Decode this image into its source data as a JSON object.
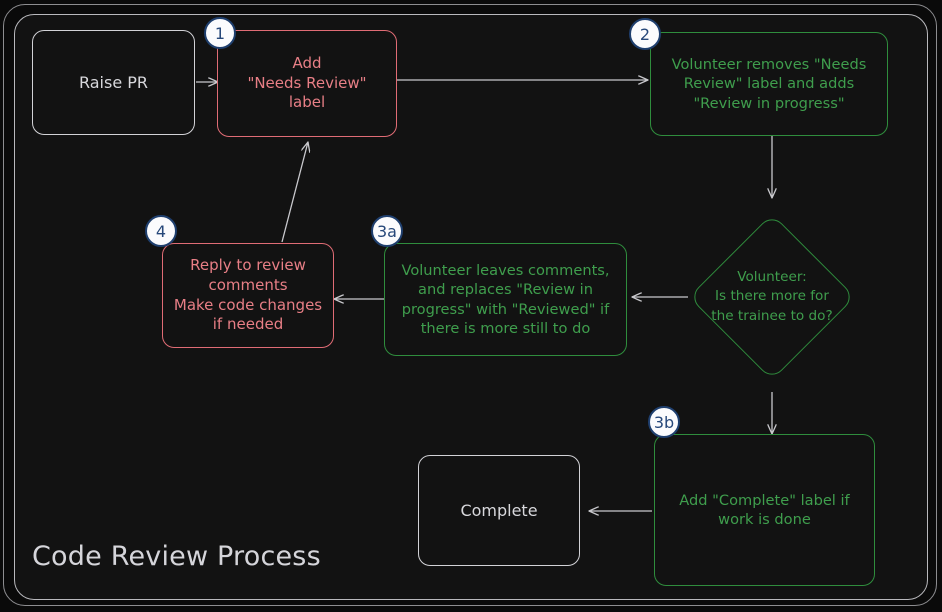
{
  "diagram": {
    "title": "Code Review Process",
    "colors": {
      "background": "#0a0a0a",
      "panel": "#121212",
      "neutral_stroke": "#d2d2d6",
      "red_stroke": "#e06c75",
      "red_text": "#e87f86",
      "green_stroke": "#2f8d3d",
      "green_text": "#3f9e4d",
      "badge_fill": "#fbfbfd",
      "badge_stroke": "#1f3f6e",
      "badge_text": "#27487a",
      "arrow": "#c9c9cd"
    },
    "nodes": [
      {
        "id": "raise-pr",
        "label": "Raise PR",
        "shape": "rounded-rect",
        "style": "neutral",
        "badge": null
      },
      {
        "id": "add-needs-review",
        "label": "Add\n\"Needs Review\"\nlabel",
        "shape": "rounded-rect",
        "style": "red",
        "badge": "1"
      },
      {
        "id": "volunteer-removes",
        "label": "Volunteer removes \"Needs Review\" label and adds \"Review in progress\"",
        "shape": "rounded-rect",
        "style": "green",
        "badge": "2"
      },
      {
        "id": "volunteer-decision",
        "label": "Volunteer:\nIs there more for\nthe trainee to do?",
        "shape": "diamond",
        "style": "green",
        "badge": null
      },
      {
        "id": "volunteer-leaves-comments",
        "label": "Volunteer leaves comments, and replaces \"Review in progress\" with \"Reviewed\" if there is more still to do",
        "shape": "rounded-rect",
        "style": "green",
        "badge": "3a"
      },
      {
        "id": "reply-to-review",
        "label": "Reply to review comments\nMake code changes if needed",
        "shape": "rounded-rect",
        "style": "red",
        "badge": "4"
      },
      {
        "id": "add-complete-label",
        "label": "Add \"Complete\" label if work is done",
        "shape": "rounded-rect",
        "style": "green",
        "badge": "3b"
      },
      {
        "id": "complete",
        "label": "Complete",
        "shape": "rounded-rect",
        "style": "neutral",
        "badge": null
      }
    ],
    "edges": [
      {
        "from": "raise-pr",
        "to": "add-needs-review",
        "label": ""
      },
      {
        "from": "add-needs-review",
        "to": "volunteer-removes",
        "label": ""
      },
      {
        "from": "volunteer-removes",
        "to": "volunteer-decision",
        "label": ""
      },
      {
        "from": "volunteer-decision",
        "to": "volunteer-leaves-comments",
        "label": ""
      },
      {
        "from": "volunteer-decision",
        "to": "add-complete-label",
        "label": ""
      },
      {
        "from": "volunteer-leaves-comments",
        "to": "reply-to-review",
        "label": ""
      },
      {
        "from": "reply-to-review",
        "to": "add-needs-review",
        "label": ""
      },
      {
        "from": "add-complete-label",
        "to": "complete",
        "label": ""
      }
    ]
  }
}
